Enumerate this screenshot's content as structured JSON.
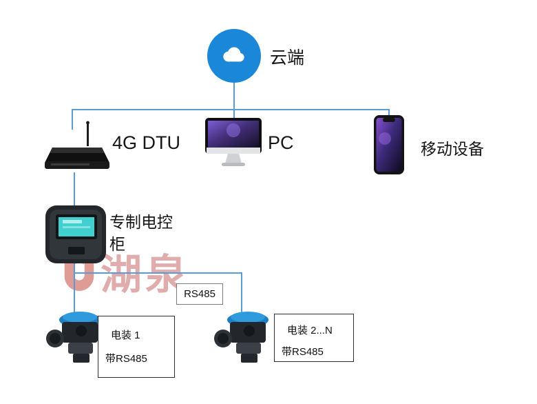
{
  "diagram": {
    "cloud": {
      "label": "云端"
    },
    "dtu": {
      "label": "4G DTU"
    },
    "pc": {
      "label": "PC"
    },
    "mobile": {
      "label": "移动设备"
    },
    "cabinet": {
      "label": "专制电控柜"
    },
    "rs485_tag": {
      "label": "RS485"
    },
    "actuator1": {
      "title": "电装 1",
      "subtitle": "带RS485"
    },
    "actuator2": {
      "title": "电装 2...N",
      "subtitle": "带RS485"
    },
    "watermark": {
      "text": "湖泉"
    }
  },
  "colors": {
    "cloud_circle": "#1a87d8",
    "connector_line": "#5b9bd5",
    "cabinet_screen": "#3fd0cf",
    "watermark_red": "#c66767"
  }
}
